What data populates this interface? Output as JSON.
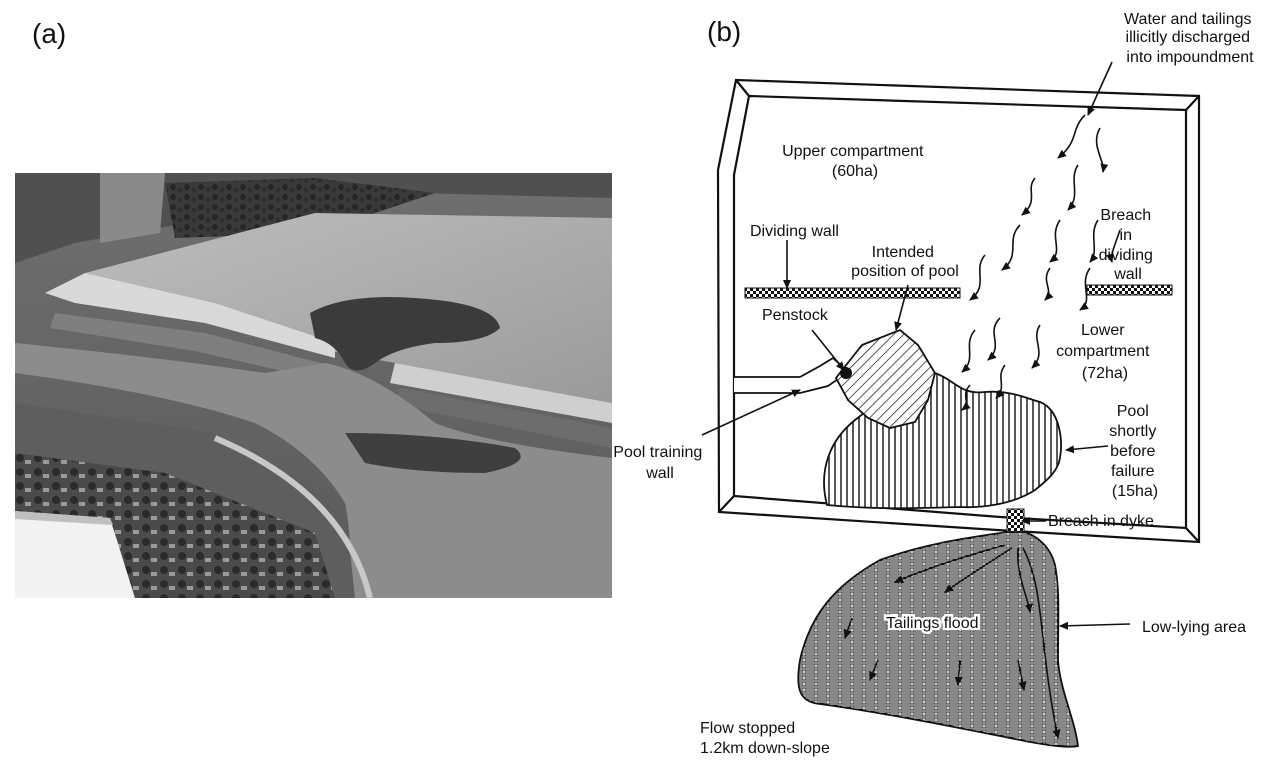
{
  "panels": {
    "a": {
      "label": "(a)"
    },
    "b": {
      "label": "(b)"
    }
  },
  "diagram": {
    "labels": {
      "discharge": [
        "Water and tailings",
        "illicitly discharged",
        "into impoundment"
      ],
      "upper": [
        "Upper compartment",
        "(60ha)"
      ],
      "dividing_wall": "Dividing wall",
      "intended_pool": [
        "Intended",
        "position of pool"
      ],
      "breach_dividing": [
        "Breach",
        "in",
        "dividing",
        "wall"
      ],
      "penstock": "Penstock",
      "lower": [
        "Lower",
        "compartment",
        "(72ha)"
      ],
      "pool_training": [
        "Pool training",
        "wall"
      ],
      "pool_before": [
        "Pool",
        "shortly",
        "before",
        "failure",
        "(15ha)"
      ],
      "breach_dyke": "Breach in dyke",
      "tailings_flood": "Tailings flood",
      "low_lying": "Low-lying area",
      "flow_stopped": [
        "Flow stopped",
        "1.2km down-slope"
      ]
    }
  }
}
